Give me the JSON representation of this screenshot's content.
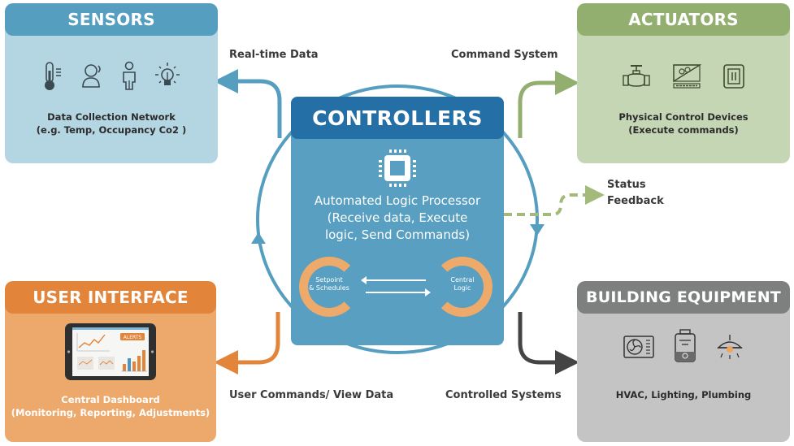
{
  "colors": {
    "sensors_accent": "#559ec0",
    "actuators_accent": "#93af70",
    "ui_accent": "#e2843a",
    "equipment_accent": "#7e8080",
    "controllers_accent": "#2470a6",
    "loop_ring": "#eeaa6a"
  },
  "sensors": {
    "title": "SENSORS",
    "icons": [
      "thermometer-icon",
      "voice-occupancy-icon",
      "person-icon",
      "light-bulb-icon"
    ],
    "desc_line1": "Data Collection Network",
    "desc_line2": "(e.g. Temp, Occupancy Co2 )"
  },
  "actuators": {
    "title": "ACTUATORS",
    "icons": [
      "valve-icon",
      "damper-panel-icon",
      "switch-icon"
    ],
    "desc_line1": "Physical Control Devices",
    "desc_line2": "(Execute commands)"
  },
  "user_interface": {
    "title": "USER INTERFACE",
    "tablet_badge": "ALERTS",
    "desc_line1": "Central Dashboard",
    "desc_line2": "(Monitoring, Reporting, Adjustments)"
  },
  "equipment": {
    "title": "BUILDING EQUIPMENT",
    "icons": [
      "hvac-unit-icon",
      "water-heater-icon",
      "ceiling-lamp-icon"
    ],
    "desc_line1": "HVAC, Lighting, Plumbing"
  },
  "controllers": {
    "title": "CONTROLLERS",
    "icon": "cpu-chip-icon",
    "line1": "Automated Logic Processor",
    "line2": "(Receive data, Execute",
    "line3": "logic, Send Commands)",
    "loop_left_line1": "Setpoint",
    "loop_left_line2": "& Schedules",
    "loop_right_line1": "Central",
    "loop_right_line2": "Logic"
  },
  "flows": {
    "realtime": "Real-time Data",
    "command": "Command System",
    "status_line1": "Status",
    "status_line2": "Feedback",
    "user_commands": "User Commands/ View Data",
    "controlled": "Controlled Systems"
  }
}
